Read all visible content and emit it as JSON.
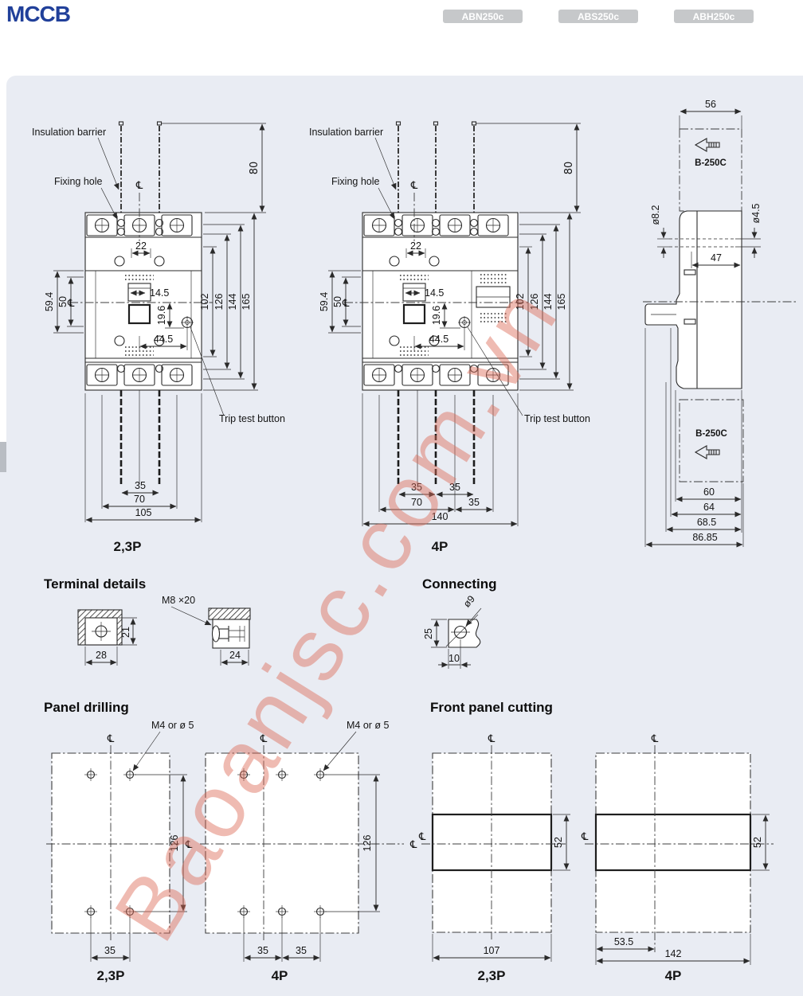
{
  "header": {
    "title": "MCCB",
    "products": [
      {
        "label": "ABN250c"
      },
      {
        "label": "ABS250c"
      },
      {
        "label": "ABH250c"
      }
    ]
  },
  "watermark": {
    "text": "Baoanjsc.com.vn"
  },
  "labels": {
    "centerline": "℄",
    "insulation_barrier": "Insulation barrier",
    "fixing_hole": "Fixing hole",
    "trip_test_button": "Trip test button"
  },
  "front_view_23p": {
    "pole_label": "2,3P",
    "d80": "80",
    "d22": "22",
    "d14_5": "14.5",
    "d19_6": "19.6",
    "d44_5": "44.5",
    "d59_4": "59.4",
    "d50": "50",
    "d102": "102",
    "d126": "126",
    "d144": "144",
    "d165": "165",
    "d35": "35",
    "d70": "70",
    "d105": "105"
  },
  "front_view_4p": {
    "pole_label": "4P",
    "d80": "80",
    "d22": "22",
    "d14_5": "14.5",
    "d19_6": "19.6",
    "d44_5": "44.5",
    "d59_4": "59.4",
    "d50": "50",
    "d102": "102",
    "d126": "126",
    "d144": "144",
    "d165": "165",
    "d35_1": "35",
    "d35_2": "35",
    "d70": "70",
    "d35_3": "35",
    "d140": "140"
  },
  "side_view": {
    "model": "B-250C",
    "d56": "56",
    "d8_2": "ø8.2",
    "d4_5": "ø4.5",
    "d47": "47",
    "d60": "60",
    "d64": "64",
    "d68_5": "68.5",
    "d86_85": "86.85"
  },
  "terminal_details": {
    "title": "Terminal details",
    "d28": "28",
    "d21": "21",
    "screw": "M8 ×20",
    "d24": "24"
  },
  "connecting": {
    "title": "Connecting",
    "d25": "25",
    "d10": "10",
    "hole": "ø9"
  },
  "panel_drilling": {
    "title": "Panel drilling",
    "hole_spec": "M4 or ø 5",
    "v23p": {
      "pole_label": "2,3P",
      "d126": "126",
      "d35": "35"
    },
    "v4p": {
      "pole_label": "4P",
      "d126": "126",
      "d35_1": "35",
      "d35_2": "35"
    }
  },
  "front_panel_cutting": {
    "title": "Front panel cutting",
    "v23p": {
      "pole_label": "2,3P",
      "d107": "107",
      "d52": "52"
    },
    "v4p": {
      "pole_label": "4P",
      "d53_5": "53.5",
      "d142": "142",
      "d52": "52"
    }
  }
}
